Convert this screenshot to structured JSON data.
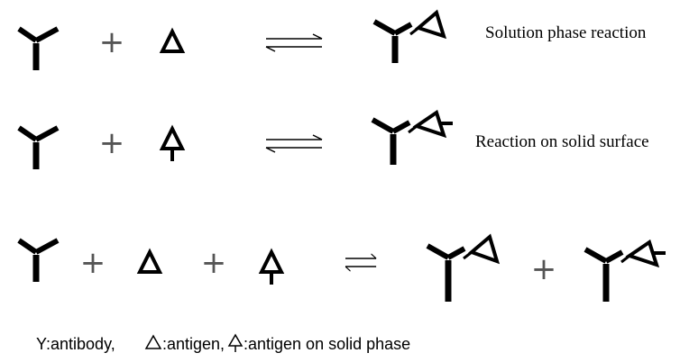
{
  "reactions": [
    {
      "label": "Solution phase reaction"
    },
    {
      "label": "Reaction on solid surface"
    }
  ],
  "plus_symbol": "+",
  "legend": {
    "antibody_text": "Y:antibody, ",
    "antigen_text": ":antigen, ",
    "solid_text": ":antigen on solid phase"
  }
}
